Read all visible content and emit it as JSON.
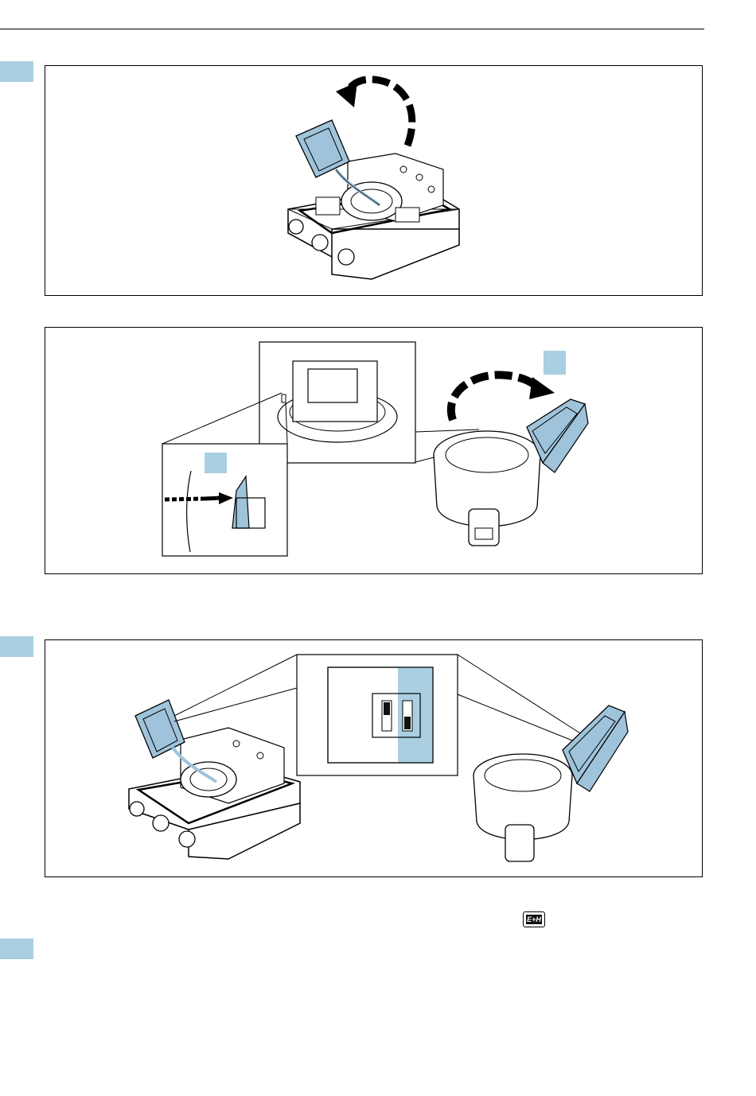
{
  "page": {
    "logo_text": "E+H"
  },
  "colors": {
    "accent_blue": "#a9cfe0",
    "part_blue": "#9fc3da",
    "outline": "#000000"
  },
  "figures": [
    {
      "id": "figure-1",
      "icon": "open-display-module-illustration"
    },
    {
      "id": "figure-2",
      "icon": "unlatch-display-detail-illustration"
    },
    {
      "id": "figure-3",
      "icon": "dip-switch-detail-illustration"
    }
  ]
}
